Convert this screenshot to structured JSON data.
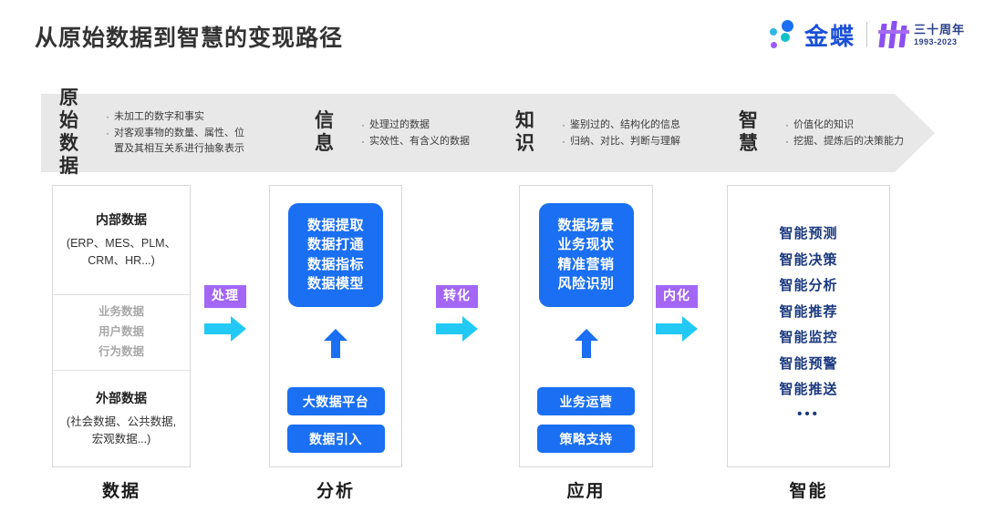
{
  "header": {
    "title": "从原始数据到智慧的变现路径",
    "logo": {
      "brand": "金蝶",
      "anniversary_zh": "三十周年",
      "anniversary_years": "1993-2023"
    }
  },
  "banner": {
    "stages": [
      {
        "key": "原始\n数据",
        "key_line1": "原始",
        "key_line2": "数据",
        "bullets": [
          {
            "line1": "未加工的数字和事实",
            "line2": ""
          },
          {
            "line1": "对客观事物的数量、属性、位",
            "line2": "置及其相互关系进行抽象表示"
          }
        ]
      },
      {
        "key_line1": "信",
        "key_line2": "息",
        "bullets": [
          {
            "line1": "处理过的数据",
            "line2": ""
          },
          {
            "line1": "实效性、有含义的数据",
            "line2": ""
          }
        ]
      },
      {
        "key_line1": "知",
        "key_line2": "识",
        "bullets": [
          {
            "line1": "鉴别过的、结构化的信息",
            "line2": ""
          },
          {
            "line1": "归纳、对比、判断与理解",
            "line2": ""
          }
        ]
      },
      {
        "key_line1": "智",
        "key_line2": "慧",
        "bullets": [
          {
            "line1": "价值化的知识",
            "line2": ""
          },
          {
            "line1": "挖掘、提炼后的决策能力",
            "line2": ""
          }
        ]
      }
    ]
  },
  "columns": {
    "data": {
      "footer": "数据",
      "internal_title": "内部数据",
      "internal_desc_line1": "(ERP、MES、PLM、",
      "internal_desc_line2": "CRM、HR...)",
      "middle_items": [
        "业务数据",
        "用户数据",
        "行为数据"
      ],
      "external_title": "外部数据",
      "external_desc_line1": "(社会数据、公共数据,",
      "external_desc_line2": "宏观数据...)"
    },
    "analysis": {
      "footer": "分析",
      "card_lines": [
        "数据提取",
        "数据打通",
        "数据指标",
        "数据模型"
      ],
      "pills": [
        "大数据平台",
        "数据引入"
      ]
    },
    "application": {
      "footer": "应用",
      "card_lines": [
        "数据场景",
        "业务现状",
        "精准营销",
        "风险识别"
      ],
      "pills": [
        "业务运营",
        "策略支持"
      ]
    },
    "intelligence": {
      "footer": "智能",
      "items": [
        "智能预测",
        "智能决策",
        "智能分析",
        "智能推荐",
        "智能监控",
        "智能预警",
        "智能推送"
      ],
      "ellipsis": "•••"
    }
  },
  "connectors": [
    {
      "label": "处理"
    },
    {
      "label": "转化"
    },
    {
      "label": "内化"
    }
  ],
  "colors": {
    "banner_gray": "#e8e8e8",
    "blue": "#1a6ff2",
    "purple": "#a366f5",
    "cyan": "#22c9f5",
    "navy": "#1c3a80",
    "gray_text": "#a8a8a8"
  }
}
